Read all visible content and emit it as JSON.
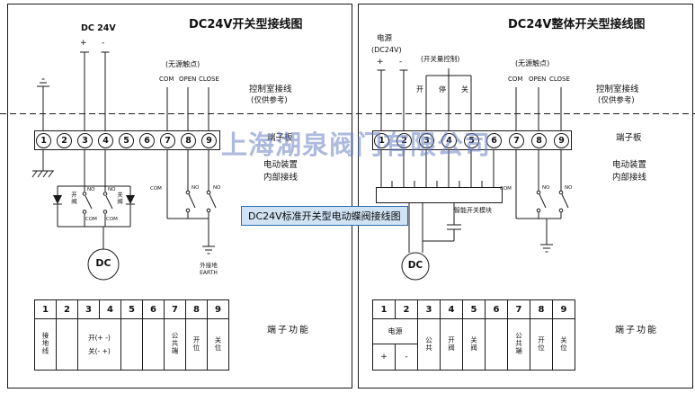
{
  "watermark": "上海湖泉阀门有限公司",
  "tooltip": "DC24V标准开关型电动蝶阀接线图",
  "left": {
    "title": "DC24V开关型接线图",
    "power": "DC 24V",
    "plus": "+",
    "minus": "-",
    "passive_contact": "(无源触点)",
    "com": "COM",
    "open": "OPEN",
    "close": "CLOSE",
    "control_room": "控制室接线",
    "reference": "(仅供参考)",
    "terminal_board": "端子板",
    "device": "电动装置",
    "internal_wiring": "内部接线",
    "terminals": [
      "1",
      "2",
      "3",
      "4",
      "5",
      "6",
      "7",
      "8",
      "9"
    ],
    "open_valve": "开阀",
    "close_valve": "关阀",
    "sw_no": "NO",
    "sw_com": "COM",
    "motor": "DC",
    "earth_cn": "外接地",
    "earth_en": "EARTH",
    "table": {
      "headers": [
        "1",
        "2",
        "3",
        "4",
        "5",
        "6",
        "7",
        "8",
        "9"
      ],
      "ground_wire": "接地线",
      "open_polarity": "开(+ -)",
      "close_polarity": "关(- +)",
      "common": "公共端",
      "open_pos": "开位",
      "close_pos": "关位"
    },
    "function_label": "端子功能"
  },
  "right": {
    "title": "DC24V整体开关型接线图",
    "power": "电源",
    "power_sub": "(DC24V)",
    "plus": "+",
    "minus": "-",
    "switch_control": "(开关量控制)",
    "btn_open": "开",
    "btn_stop": "停",
    "btn_close": "关",
    "passive_contact": "(无源触点)",
    "com": "COM",
    "open": "OPEN",
    "close": "CLOSE",
    "control_room": "控制室接线",
    "reference": "(仅供参考)",
    "terminal_board": "端子板",
    "device": "电动装置",
    "internal_wiring": "内部接线",
    "terminals": [
      "1",
      "2",
      "3",
      "4",
      "5",
      "6",
      "7",
      "8",
      "9"
    ],
    "module": "智能开关模块",
    "sw_no": "NO",
    "sw_com": "COM",
    "motor": "DC",
    "table": {
      "headers": [
        "1",
        "2",
        "3",
        "4",
        "5",
        "6",
        "7",
        "8",
        "9"
      ],
      "power": "电源",
      "plus": "+",
      "minus": "-",
      "common_in": "公共",
      "open_valve": "开阀",
      "close_valve": "关阀",
      "common": "公共端",
      "open_pos": "开位",
      "close_pos": "关位"
    },
    "function_label": "端子功能"
  }
}
